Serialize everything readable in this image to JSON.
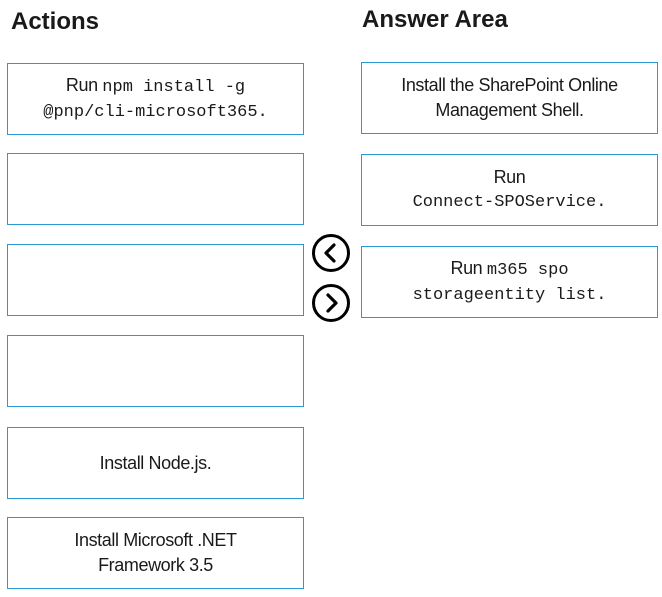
{
  "headings": {
    "actions": "Actions",
    "answer_area": "Answer Area"
  },
  "actions": [
    {
      "text": "Run",
      "code1": "npm install -g",
      "code2": "@pnp/cli-microsoft365."
    },
    {
      "text": ""
    },
    {
      "text": ""
    },
    {
      "text": ""
    },
    {
      "line1": "Install Node.js."
    },
    {
      "line1": "Install Microsoft .NET",
      "line2": "Framework 3.5"
    }
  ],
  "answer_area": [
    {
      "line1": "Install the SharePoint Online",
      "line2": "Management Shell."
    },
    {
      "text": "Run",
      "code1": "Connect-SPOService."
    },
    {
      "text": "Run",
      "code1": "m365 spo",
      "code2": "storageentity list."
    }
  ],
  "controls": {
    "move_left_icon": "chevron-left-icon",
    "move_right_icon": "chevron-right-icon",
    "color": "#000000"
  },
  "colors": {
    "tile_border": "#2b9ad3"
  }
}
